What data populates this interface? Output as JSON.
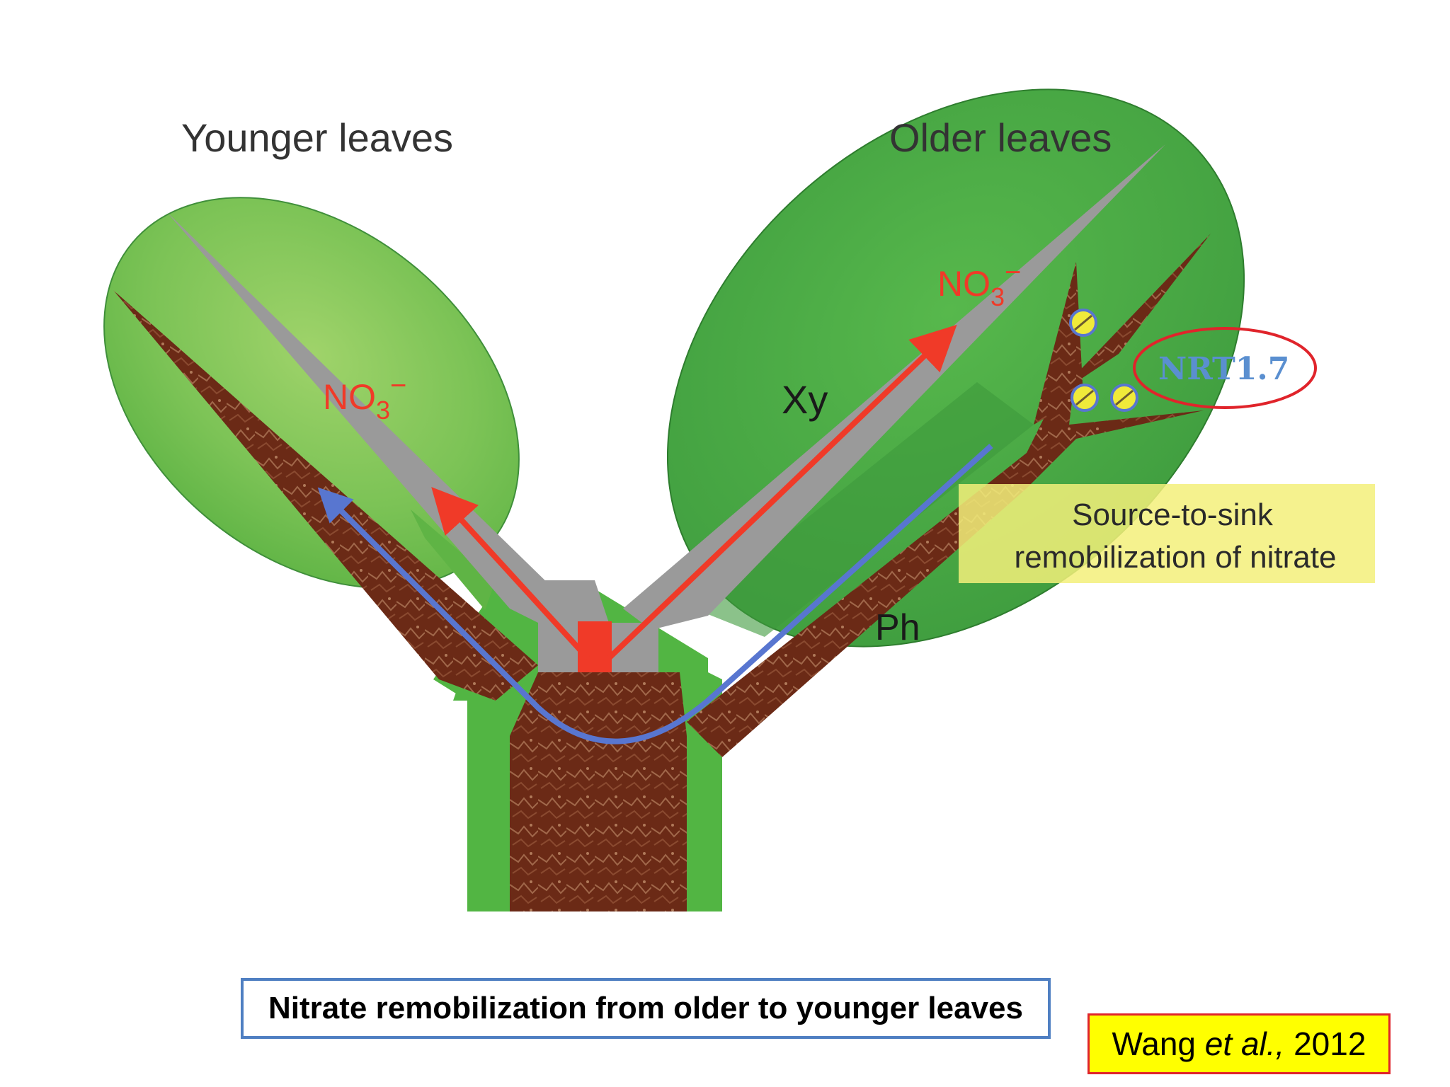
{
  "diagram": {
    "younger_leaves_label": "Younger leaves",
    "older_leaves_label": "Older leaves",
    "nitrate_label_left": "NO",
    "nitrate_sub_left": "3",
    "nitrate_sup_left": "−",
    "nitrate_label_right": "NO",
    "nitrate_sub_right": "3",
    "nitrate_sup_right": "−",
    "xylem_label": "Xy",
    "phloem_label": "Ph",
    "transporter_label": "NRT1.7",
    "source_sink_line1": "Source-to-sink",
    "source_sink_line2": "remobilization of nitrate"
  },
  "caption": "Nitrate remobilization from older to younger leaves",
  "citation": {
    "author": "Wang ",
    "etal": "et al.,",
    "year": " 2012"
  },
  "colors": {
    "leaf_green": "#5cb848",
    "stem_green": "#52b543",
    "xylem_gray": "#9a9a9a",
    "phloem_brown": "#6b2a16",
    "nitrate_red": "#f03a28",
    "phloem_flow_blue": "#5876d0",
    "highlight_yellow": "#f3f07a",
    "circle_red": "#e0242b"
  }
}
